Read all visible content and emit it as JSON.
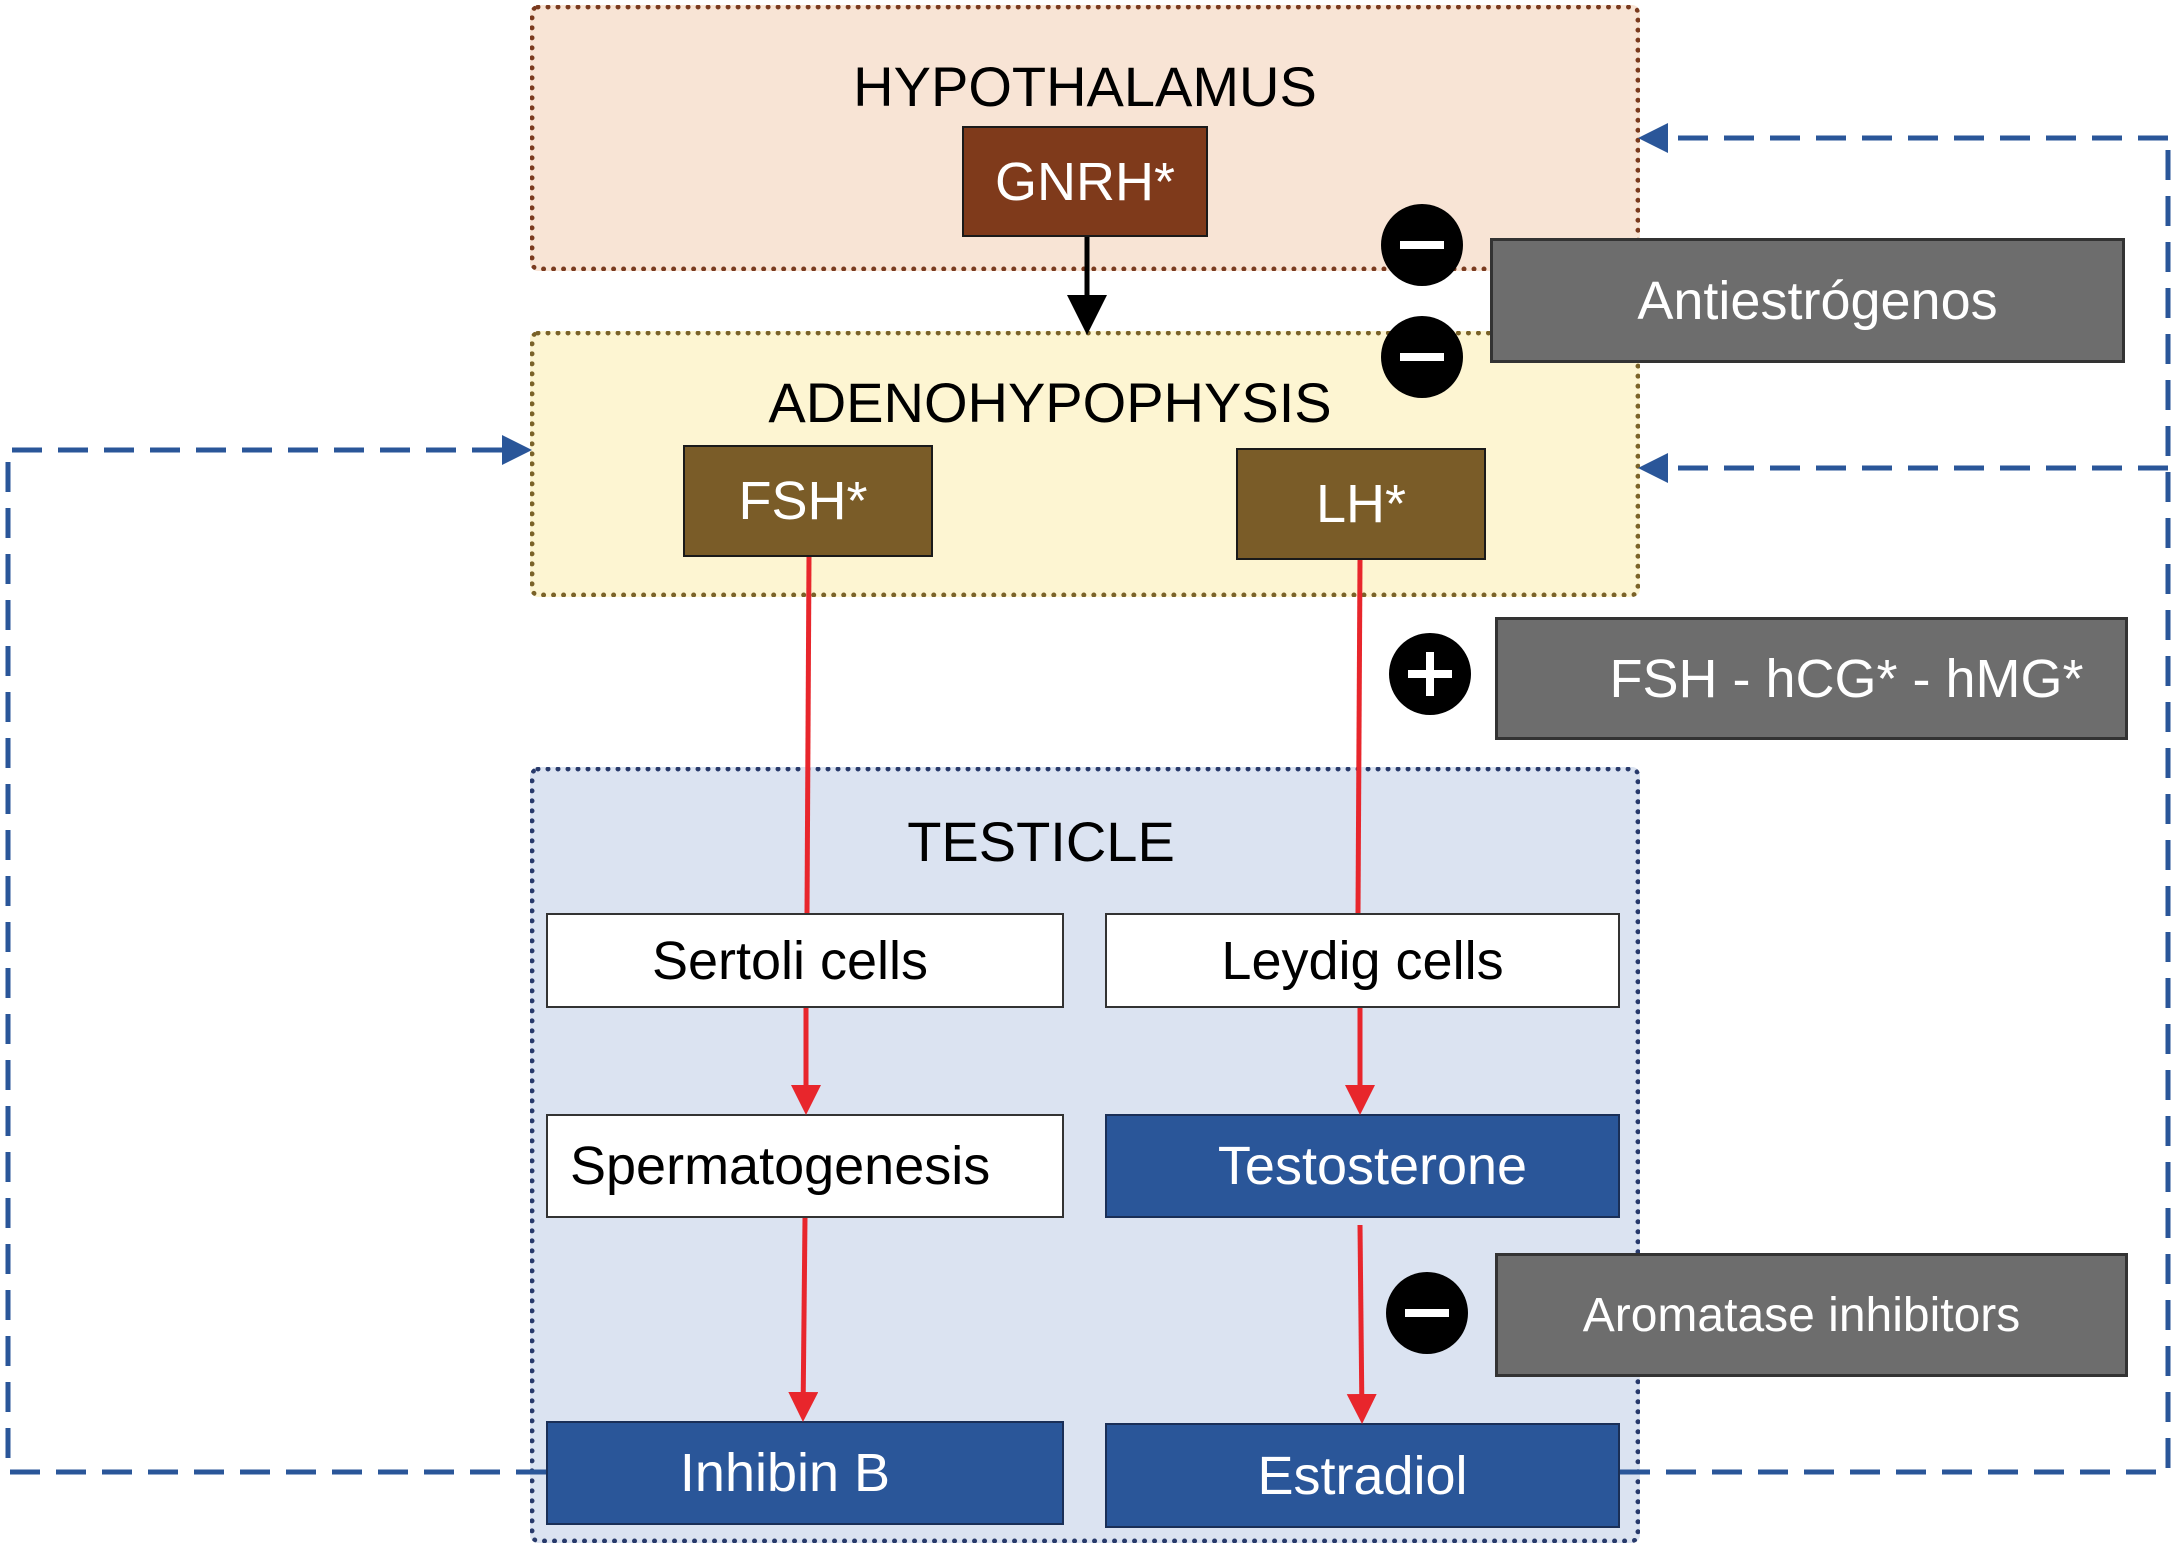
{
  "regions": {
    "hypothalamus": {
      "title": "HYPOTHALAMUS",
      "bg": "#f8e4d5",
      "border": "#7a3a1e"
    },
    "adenohypophysis": {
      "title": "ADENOHYPOPHYSIS",
      "bg": "#fdf5d2",
      "border": "#7a6228"
    },
    "testicle": {
      "title": "TESTICLE",
      "bg": "#dbe3f1",
      "border": "#283a6b"
    }
  },
  "hormones": {
    "gnrh": "GNRH*",
    "fsh": "FSH*",
    "lh": "LH*"
  },
  "cells": {
    "sertoli": "Sertoli cells",
    "leydig": "Leydig cells",
    "spermatogenesis": "Spermatogenesis"
  },
  "products": {
    "testosterone": "Testosterone",
    "inhibin_b": "Inhibin B",
    "estradiol": "Estradiol"
  },
  "drugs": {
    "antiestrogens": "Antiestrógenos",
    "gonadotropins": "FSH - hCG* - hMG*",
    "aromatase": "Aromatase inhibitors"
  },
  "colors": {
    "gnrh_box": "#7f3a1b",
    "pituitary_box": "#7a5c28",
    "product_box": "#2a5699",
    "drug_box": "#6d6d6d",
    "stimulation_arrow": "#e8262c",
    "feedback_arrow": "#2a5699",
    "badge": "#000000"
  },
  "badges": {
    "minus": "minus-sign",
    "plus": "plus-sign"
  }
}
